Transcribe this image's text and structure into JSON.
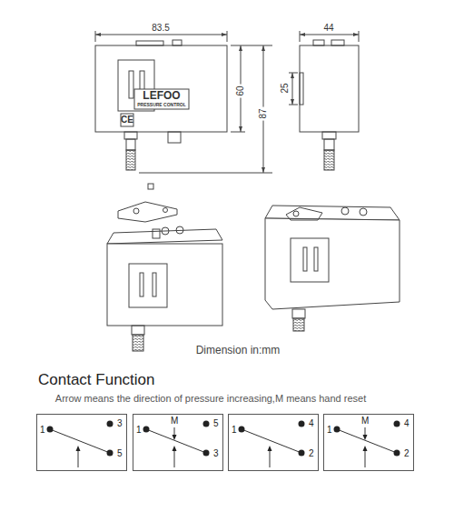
{
  "diagram": {
    "title": "Contact Function",
    "nodes": [
      {
        "text": [
          "1",
          "3",
          "5"
        ]
      },
      {
        "text": [
          "1",
          "M",
          "5",
          "3"
        ]
      },
      {
        "text": [
          "1",
          "4",
          "2"
        ]
      },
      {
        "text": [
          "1",
          "M",
          "4",
          "2"
        ]
      }
    ],
    "labels": [
      "83.5",
      "44",
      "60",
      "87",
      "25",
      "LEFOO",
      "PRESSURE CONTROL",
      "CE",
      "Dimension in:mm",
      "Arrow means the direction of pressure increasing,M means hand reset"
    ]
  }
}
